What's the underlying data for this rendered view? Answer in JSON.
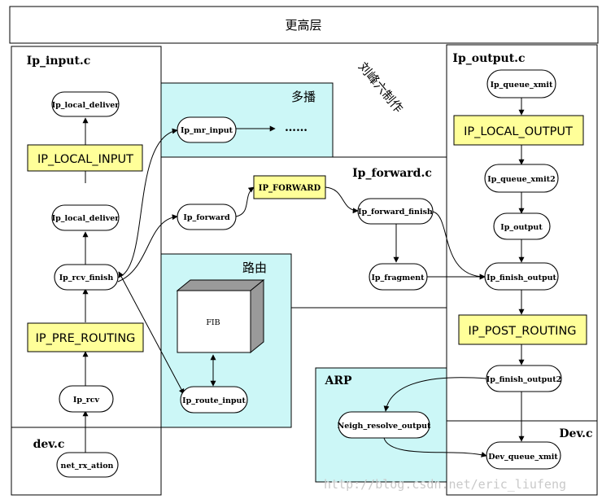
{
  "labels": {
    "top_layer": "更高层",
    "ip_input": "Ip_input.c",
    "ip_output": "Ip_output.c",
    "multicast": "多播",
    "ip_forward_c": "Ip_forward.c",
    "routing": "路由",
    "arp": "ARP",
    "dev_c_left": "dev.c",
    "dev_c_right": "Dev.c",
    "author": "刘峰六制作",
    "ellipsis": "……",
    "fib": "FIB",
    "watermark": "http://blog.csdn.net/eric_liufeng"
  },
  "nodes": {
    "ip_local_deliver_top": "Ip_local_deliver",
    "ip_local_input": "IP_LOCAL_INPUT",
    "ip_local_deliver": "Ip_local_deliver",
    "ip_rcv_finish": "Ip_rcv_finish",
    "ip_pre_routing": "IP_PRE_ROUTING",
    "ip_rcv": "Ip_rcv",
    "net_rx_action": "net_rx_ation",
    "ip_mr_input": "Ip_mr_input",
    "ip_forward": "Ip_forward",
    "ip_forward_hook": "IP_FORWARD",
    "ip_forward_finish": "Ip_forward_finish",
    "ip_fragment": "Ip_fragment",
    "ip_route_input": "Ip_route_input",
    "ip_queue_xmit": "Ip_queue_xmit",
    "ip_local_output": "IP_LOCAL_OUTPUT",
    "ip_queue_xmit2": "Ip_queue_xmit2",
    "ip_output": "Ip_output",
    "ip_finish_output": "Ip_finish_output",
    "ip_post_routing": "IP_POST_ROUTING",
    "ip_finish_output2": "Ip_finish_output2",
    "neigh_resolve_output": "Neigh_resolve_output",
    "dev_queue_xmit": "Dev_queue_xmit"
  },
  "colors": {
    "region_cyan": "#ccf7f7",
    "hook_yellow": "#ffff99",
    "outline": "#000000"
  }
}
